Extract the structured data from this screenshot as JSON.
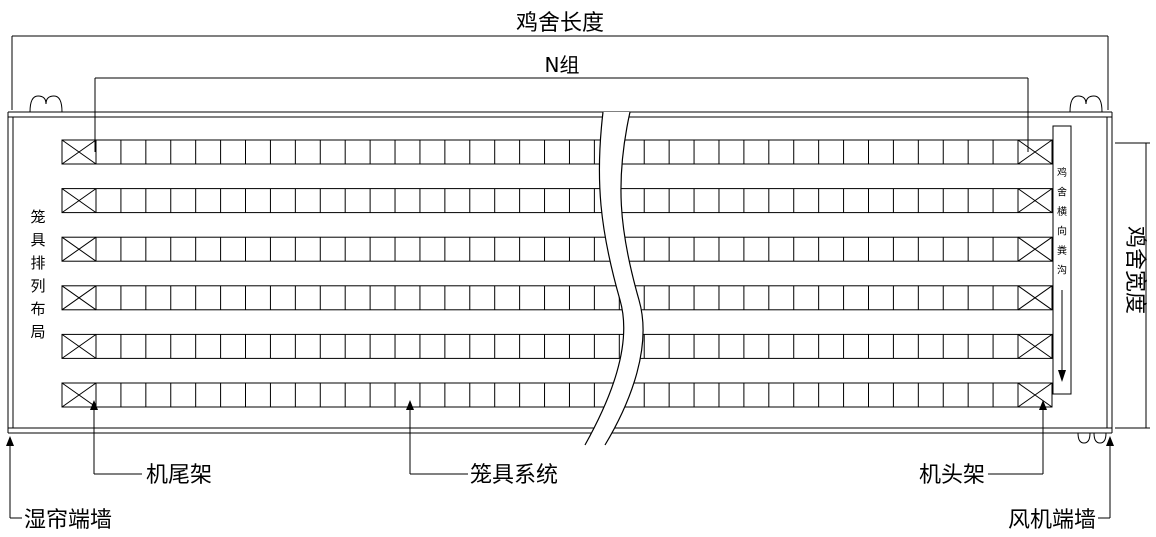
{
  "labels": {
    "house_length": "鸡舍长度",
    "n_groups": "N组",
    "house_width": "鸡舍宽度",
    "cage_layout": "笼具排列布局",
    "manure_ditch": "鸡舍横向粪沟",
    "tail_frame": "机尾架",
    "cage_system": "笼具系统",
    "head_frame": "机头架",
    "pad_wall": "湿帘端墙",
    "fan_wall": "风机端墙"
  },
  "layout": {
    "cage_rows": 6,
    "cells_per_row": 39
  }
}
